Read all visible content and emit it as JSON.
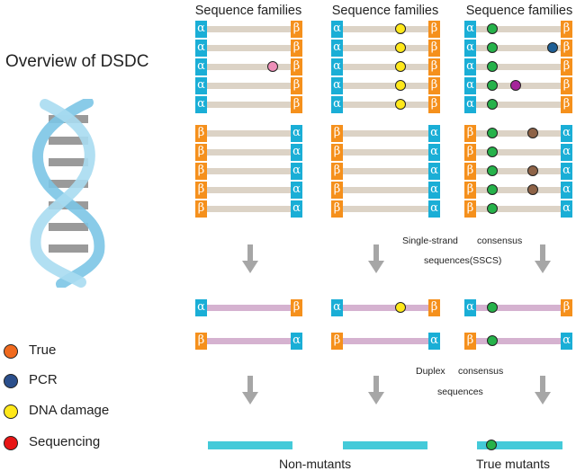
{
  "title": "Overview of DSDC",
  "column_headers": [
    "Sequence families",
    "Sequence families",
    "Sequence families"
  ],
  "strand_symbols": {
    "alpha": "α",
    "beta": "β"
  },
  "mid_label_1": [
    "Single-strand",
    "consensus",
    "sequences(SSCS)"
  ],
  "mid_label_2": [
    "Duplex",
    "consensus",
    "sequences"
  ],
  "bottom_labels": {
    "non_mutants": "Non-mutants",
    "true_mutants": "True mutants"
  },
  "legend": [
    {
      "label": "True",
      "color": "#f06a1e"
    },
    {
      "label": "PCR",
      "color": "#2b4f8c"
    },
    {
      "label": "DNA damage",
      "color": "#ffe81a"
    },
    {
      "label": "Sequencing",
      "color": "#e81515"
    }
  ],
  "mark_colors": {
    "pink": "#ee8fb8",
    "yellow": "#ffe81a",
    "green": "#26b24a",
    "blue": "#1e5f96",
    "purple": "#a5249a",
    "brown": "#8e6347"
  },
  "colors": {
    "alpha_cap": "#1aaed6",
    "beta_cap": "#f5901c",
    "family_bar": "#dcd3c6",
    "consensus_bar": "#d5b2d0",
    "duplex_bar": "#44cad9",
    "arrow": "#a6a6a6",
    "helix": "#7cc5e6",
    "rungs": "#9a9a9a"
  },
  "icons": [
    "dna-helix-icon",
    "down-arrow-icon"
  ]
}
